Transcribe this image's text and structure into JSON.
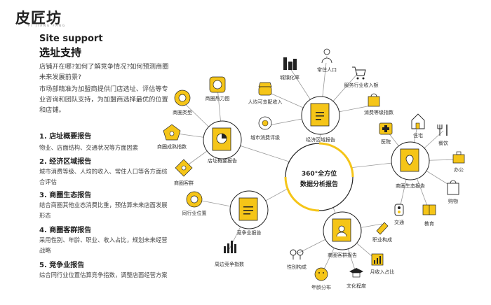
{
  "logo": {
    "text": "皮匠坊",
    "sub": "PI JIANG FANG"
  },
  "header": {
    "en_title": "Site support",
    "cn_title": "选址支持"
  },
  "intro": [
    "店铺开在哪?如何了解竞争情况?如何预测商圈未来发展前景?",
    "市场部精准为加盟商提供门店选址、评估等专业咨询和团队支持，为加盟商选择最优的位置和店铺。"
  ],
  "sections": [
    {
      "title": "1. 店址概要报告",
      "body": "物业、店面结构、交通状况等方面因素"
    },
    {
      "title": "2. 经济区域报告",
      "body": "城市消费等级、人均的收入、常住人口等各方面综合评估"
    },
    {
      "title": "3. 商圈生态报告",
      "body": "结合商圈其他业态消费比重，预估算未来店面发展形态"
    },
    {
      "title": "4. 商圈客群报告",
      "body": "采用性别、年龄、职业、收入占比，规划未来经营战略"
    },
    {
      "title": "5. 竞争业报告",
      "body": "综合同行业位置估算竞争指数，调整店面经营方案"
    }
  ],
  "center": {
    "line1": "360°全方位",
    "line2": "数据分析报告"
  },
  "hubs": [
    {
      "id": "site",
      "label": "店址概要报告"
    },
    {
      "id": "econ",
      "label": "经济区域报告"
    },
    {
      "id": "eco",
      "label": "商圈生态报告"
    },
    {
      "id": "cust",
      "label": "商圈客群报告"
    },
    {
      "id": "comp",
      "label": "竞争业报告"
    }
  ],
  "satellites": {
    "site": [
      "商圈热力图",
      "商圈类型",
      "商圈成熟指数",
      "商圈客群"
    ],
    "econ": [
      "城镇化率",
      "常住人口",
      "服务行业收入额",
      "人均可支配收入",
      "消费等级指数",
      "城市消费评级"
    ],
    "eco": [
      "医院",
      "住宅",
      "餐饮",
      "办公",
      "购物",
      "交通",
      "教育"
    ],
    "cust": [
      "职业构成",
      "性别构成",
      "年龄分布",
      "文化程度",
      "月收入占比"
    ],
    "comp": [
      "同行业位置",
      "周边竞争指数"
    ]
  },
  "colors": {
    "accent": "#f5c518",
    "icon_bg": "#f5c518",
    "icon_fg": "#222222",
    "line": "#888888",
    "ring": "#f5c518"
  }
}
